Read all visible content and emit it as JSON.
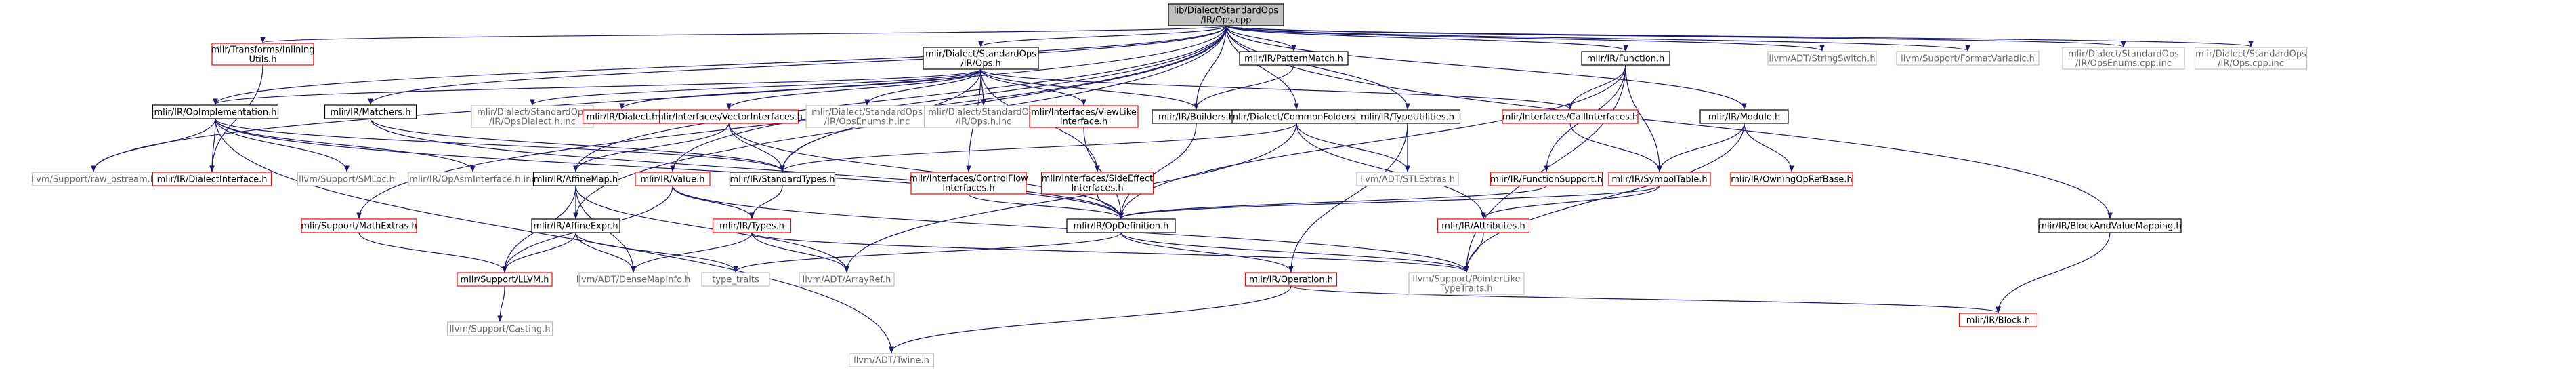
{
  "colors": {
    "root_fill": "#bfbfbf",
    "node_fill": "#ffffff",
    "node_stroke_doc": "#000000",
    "node_stroke_nodoc": "#ff0000",
    "node_stroke_missing": "#bfbfbf",
    "text_normal": "#000000",
    "text_missing": "#666666",
    "edge_dep": "#191970",
    "edge_include_root": "#191970"
  },
  "nodes": [
    {
      "id": "root",
      "lines": [
        "lib/Dialect/StandardOps",
        "/IR/Ops.cpp"
      ],
      "kind": "root"
    },
    {
      "id": "inlining",
      "lines": [
        "mlir/Transforms/Inlining",
        "Utils.h"
      ],
      "kind": "nodoc"
    },
    {
      "id": "opsh",
      "lines": [
        "mlir/Dialect/StandardOps",
        "/IR/Ops.h"
      ],
      "kind": "doc"
    },
    {
      "id": "patternmatch",
      "lines": [
        "mlir/IR/PatternMatch.h"
      ],
      "kind": "doc"
    },
    {
      "id": "functionh",
      "lines": [
        "mlir/IR/Function.h"
      ],
      "kind": "doc"
    },
    {
      "id": "stringswitch",
      "lines": [
        "llvm/ADT/StringSwitch.h"
      ],
      "kind": "missing"
    },
    {
      "id": "formatvariadic",
      "lines": [
        "llvm/Support/FormatVariadic.h"
      ],
      "kind": "missing"
    },
    {
      "id": "opsenumscppinc",
      "lines": [
        "mlir/Dialect/StandardOps",
        "/IR/OpsEnums.cpp.inc"
      ],
      "kind": "missing"
    },
    {
      "id": "opscppinc",
      "lines": [
        "mlir/Dialect/StandardOps",
        "/IR/Ops.cpp.inc"
      ],
      "kind": "missing"
    },
    {
      "id": "opimpl",
      "lines": [
        "mlir/IR/OpImplementation.h"
      ],
      "kind": "doc"
    },
    {
      "id": "matchers",
      "lines": [
        "mlir/IR/Matchers.h"
      ],
      "kind": "doc"
    },
    {
      "id": "opsdialectinc",
      "lines": [
        "mlir/Dialect/StandardOps",
        "/IR/OpsDialect.h.inc"
      ],
      "kind": "missing"
    },
    {
      "id": "dialecth",
      "lines": [
        "mlir/IR/Dialect.h"
      ],
      "kind": "nodoc"
    },
    {
      "id": "vectorif",
      "lines": [
        "mlir/Interfaces/VectorInterfaces.h"
      ],
      "kind": "nodoc"
    },
    {
      "id": "opsenumshinc",
      "lines": [
        "mlir/Dialect/StandardOps",
        "/IR/OpsEnums.h.inc"
      ],
      "kind": "missing"
    },
    {
      "id": "opshinc",
      "lines": [
        "mlir/Dialect/StandardOps",
        "/IR/Ops.h.inc"
      ],
      "kind": "missing"
    },
    {
      "id": "viewlike",
      "lines": [
        "mlir/Interfaces/ViewLike",
        "Interface.h"
      ],
      "kind": "nodoc"
    },
    {
      "id": "builders",
      "lines": [
        "mlir/IR/Builders.h"
      ],
      "kind": "doc"
    },
    {
      "id": "commonfolders",
      "lines": [
        "mlir/Dialect/CommonFolders.h"
      ],
      "kind": "doc"
    },
    {
      "id": "typeutilities",
      "lines": [
        "mlir/IR/TypeUtilities.h"
      ],
      "kind": "doc"
    },
    {
      "id": "callif",
      "lines": [
        "mlir/Interfaces/CallInterfaces.h"
      ],
      "kind": "nodoc"
    },
    {
      "id": "moduleh",
      "lines": [
        "mlir/IR/Module.h"
      ],
      "kind": "doc"
    },
    {
      "id": "rawostream",
      "lines": [
        "llvm/Support/raw_ostream.h"
      ],
      "kind": "missing"
    },
    {
      "id": "dialectif",
      "lines": [
        "mlir/IR/DialectInterface.h"
      ],
      "kind": "nodoc"
    },
    {
      "id": "smloc",
      "lines": [
        "llvm/Support/SMLoc.h"
      ],
      "kind": "missing"
    },
    {
      "id": "opasmif",
      "lines": [
        "mlir/IR/OpAsmInterface.h.inc"
      ],
      "kind": "missing"
    },
    {
      "id": "affinemap",
      "lines": [
        "mlir/IR/AffineMap.h"
      ],
      "kind": "doc"
    },
    {
      "id": "valueh",
      "lines": [
        "mlir/IR/Value.h"
      ],
      "kind": "nodoc"
    },
    {
      "id": "standardtypes",
      "lines": [
        "mlir/IR/StandardTypes.h"
      ],
      "kind": "doc"
    },
    {
      "id": "controlflow",
      "lines": [
        "mlir/Interfaces/ControlFlow",
        "Interfaces.h"
      ],
      "kind": "nodoc"
    },
    {
      "id": "sideeffect",
      "lines": [
        "mlir/Interfaces/SideEffect",
        "Interfaces.h"
      ],
      "kind": "nodoc"
    },
    {
      "id": "stlextras",
      "lines": [
        "llvm/ADT/STLExtras.h"
      ],
      "kind": "missing"
    },
    {
      "id": "functionsupport",
      "lines": [
        "mlir/IR/FunctionSupport.h"
      ],
      "kind": "nodoc"
    },
    {
      "id": "symboltable",
      "lines": [
        "mlir/IR/SymbolTable.h"
      ],
      "kind": "nodoc"
    },
    {
      "id": "owningopref",
      "lines": [
        "mlir/IR/OwningOpRefBase.h"
      ],
      "kind": "nodoc"
    },
    {
      "id": "mathextras",
      "lines": [
        "mlir/Support/MathExtras.h"
      ],
      "kind": "nodoc"
    },
    {
      "id": "affineexpr",
      "lines": [
        "mlir/IR/AffineExpr.h"
      ],
      "kind": "doc"
    },
    {
      "id": "typesh",
      "lines": [
        "mlir/IR/Types.h"
      ],
      "kind": "nodoc"
    },
    {
      "id": "opdef",
      "lines": [
        "mlir/IR/OpDefinition.h"
      ],
      "kind": "doc"
    },
    {
      "id": "attributes",
      "lines": [
        "mlir/IR/Attributes.h"
      ],
      "kind": "nodoc"
    },
    {
      "id": "blockandvalue",
      "lines": [
        "mlir/IR/BlockAndValueMapping.h"
      ],
      "kind": "doc"
    },
    {
      "id": "supportllvm",
      "lines": [
        "mlir/Support/LLVM.h"
      ],
      "kind": "nodoc"
    },
    {
      "id": "densemapinfo",
      "lines": [
        "llvm/ADT/DenseMapInfo.h"
      ],
      "kind": "missing"
    },
    {
      "id": "typetraits",
      "lines": [
        "type_traits"
      ],
      "kind": "missing"
    },
    {
      "id": "arrayref",
      "lines": [
        "llvm/ADT/ArrayRef.h"
      ],
      "kind": "missing"
    },
    {
      "id": "operationh",
      "lines": [
        "mlir/IR/Operation.h"
      ],
      "kind": "nodoc"
    },
    {
      "id": "pointerlike",
      "lines": [
        "llvm/Support/PointerLike",
        "TypeTraits.h"
      ],
      "kind": "missing"
    },
    {
      "id": "blockh",
      "lines": [
        "mlir/IR/Block.h"
      ],
      "kind": "nodoc"
    },
    {
      "id": "casting",
      "lines": [
        "llvm/Support/Casting.h"
      ],
      "kind": "missing"
    },
    {
      "id": "twine",
      "lines": [
        "llvm/ADT/Twine.h"
      ],
      "kind": "missing"
    }
  ],
  "edges": [
    {
      "from": "root",
      "to": "inlining",
      "kind": "root"
    },
    {
      "from": "root",
      "to": "opsh",
      "kind": "root"
    },
    {
      "from": "root",
      "to": "patternmatch",
      "kind": "root"
    },
    {
      "from": "root",
      "to": "functionh",
      "kind": "root"
    },
    {
      "from": "root",
      "to": "stringswitch",
      "kind": "root"
    },
    {
      "from": "root",
      "to": "formatvariadic",
      "kind": "root"
    },
    {
      "from": "root",
      "to": "opsenumscppinc",
      "kind": "root"
    },
    {
      "from": "root",
      "to": "opscppinc",
      "kind": "root"
    },
    {
      "from": "root",
      "to": "opimpl",
      "kind": "root"
    },
    {
      "from": "root",
      "to": "matchers",
      "kind": "root"
    },
    {
      "from": "root",
      "to": "builders",
      "kind": "root"
    },
    {
      "from": "root",
      "to": "commonfolders",
      "kind": "root"
    },
    {
      "from": "root",
      "to": "typeutilities",
      "kind": "root"
    },
    {
      "from": "root",
      "to": "moduleh",
      "kind": "root"
    },
    {
      "from": "root",
      "to": "rawostream",
      "kind": "root"
    },
    {
      "from": "root",
      "to": "affinemap",
      "kind": "root"
    },
    {
      "from": "root",
      "to": "valueh",
      "kind": "root"
    },
    {
      "from": "root",
      "to": "standardtypes",
      "kind": "root"
    },
    {
      "from": "root",
      "to": "mathextras",
      "kind": "root"
    },
    {
      "from": "root",
      "to": "affineexpr",
      "kind": "root"
    },
    {
      "from": "root",
      "to": "blockandvalue",
      "kind": "root"
    },
    {
      "from": "inlining",
      "to": "dialectif",
      "kind": "dep"
    },
    {
      "from": "opsh",
      "to": "opimpl",
      "kind": "dep"
    },
    {
      "from": "opsh",
      "to": "opsdialectinc",
      "kind": "dep"
    },
    {
      "from": "opsh",
      "to": "dialecth",
      "kind": "dep"
    },
    {
      "from": "opsh",
      "to": "vectorif",
      "kind": "dep"
    },
    {
      "from": "opsh",
      "to": "opsenumshinc",
      "kind": "dep"
    },
    {
      "from": "opsh",
      "to": "opshinc",
      "kind": "dep"
    },
    {
      "from": "opsh",
      "to": "viewlike",
      "kind": "dep"
    },
    {
      "from": "opsh",
      "to": "builders",
      "kind": "dep"
    },
    {
      "from": "opsh",
      "to": "callif",
      "kind": "dep"
    },
    {
      "from": "opsh",
      "to": "controlflow",
      "kind": "dep"
    },
    {
      "from": "opsh",
      "to": "sideeffect",
      "kind": "dep"
    },
    {
      "from": "opsh",
      "to": "standardtypes",
      "kind": "dep"
    },
    {
      "from": "patternmatch",
      "to": "builders",
      "kind": "dep"
    },
    {
      "from": "functionh",
      "to": "callif",
      "kind": "dep"
    },
    {
      "from": "functionh",
      "to": "functionsupport",
      "kind": "dep"
    },
    {
      "from": "functionh",
      "to": "symboltable",
      "kind": "dep"
    },
    {
      "from": "functionh",
      "to": "opdef",
      "kind": "dep"
    },
    {
      "from": "functionh",
      "to": "pointerlike",
      "kind": "dep"
    },
    {
      "from": "moduleh",
      "to": "symboltable",
      "kind": "dep"
    },
    {
      "from": "moduleh",
      "to": "owningopref",
      "kind": "dep"
    },
    {
      "from": "moduleh",
      "to": "pointerlike",
      "kind": "dep"
    },
    {
      "from": "opimpl",
      "to": "rawostream",
      "kind": "dep"
    },
    {
      "from": "opimpl",
      "to": "dialectif",
      "kind": "dep"
    },
    {
      "from": "opimpl",
      "to": "smloc",
      "kind": "dep"
    },
    {
      "from": "opimpl",
      "to": "opasmif",
      "kind": "dep"
    },
    {
      "from": "opimpl",
      "to": "opdef",
      "kind": "dep"
    },
    {
      "from": "opimpl",
      "to": "standardtypes",
      "kind": "dep"
    },
    {
      "from": "opimpl",
      "to": "twine",
      "kind": "dep"
    },
    {
      "from": "matchers",
      "to": "opdef",
      "kind": "dep"
    },
    {
      "from": "matchers",
      "to": "standardtypes",
      "kind": "dep"
    },
    {
      "from": "vectorif",
      "to": "affinemap",
      "kind": "dep"
    },
    {
      "from": "vectorif",
      "to": "opdef",
      "kind": "dep"
    },
    {
      "from": "vectorif",
      "to": "standardtypes",
      "kind": "dep"
    },
    {
      "from": "viewlike",
      "to": "opdef",
      "kind": "dep"
    },
    {
      "from": "builders",
      "to": "opdef",
      "kind": "dep"
    },
    {
      "from": "controlflow",
      "to": "opdef",
      "kind": "dep"
    },
    {
      "from": "sideeffect",
      "to": "opdef",
      "kind": "dep"
    },
    {
      "from": "commonfolders",
      "to": "standardtypes",
      "kind": "dep"
    },
    {
      "from": "commonfolders",
      "to": "stlextras",
      "kind": "dep"
    },
    {
      "from": "commonfolders",
      "to": "attributes",
      "kind": "dep"
    },
    {
      "from": "commonfolders",
      "to": "arrayref",
      "kind": "dep"
    },
    {
      "from": "typeutilities",
      "to": "stlextras",
      "kind": "dep"
    },
    {
      "from": "typeutilities",
      "to": "operationh",
      "kind": "dep"
    },
    {
      "from": "callif",
      "to": "symboltable",
      "kind": "dep"
    },
    {
      "from": "functionsupport",
      "to": "opdef",
      "kind": "dep"
    },
    {
      "from": "symboltable",
      "to": "opdef",
      "kind": "dep"
    },
    {
      "from": "symboltable",
      "to": "attributes",
      "kind": "dep"
    },
    {
      "from": "affinemap",
      "to": "affineexpr",
      "kind": "dep"
    },
    {
      "from": "affinemap",
      "to": "supportllvm",
      "kind": "dep"
    },
    {
      "from": "affinemap",
      "to": "densemapinfo",
      "kind": "dep"
    },
    {
      "from": "affinemap",
      "to": "arrayref",
      "kind": "dep"
    },
    {
      "from": "valueh",
      "to": "typesh",
      "kind": "dep"
    },
    {
      "from": "valueh",
      "to": "supportllvm",
      "kind": "dep"
    },
    {
      "from": "valueh",
      "to": "pointerlike",
      "kind": "dep"
    },
    {
      "from": "standardtypes",
      "to": "typesh",
      "kind": "dep"
    },
    {
      "from": "mathextras",
      "to": "supportllvm",
      "kind": "dep"
    },
    {
      "from": "affineexpr",
      "to": "supportllvm",
      "kind": "dep"
    },
    {
      "from": "affineexpr",
      "to": "densemapinfo",
      "kind": "dep"
    },
    {
      "from": "affineexpr",
      "to": "typetraits",
      "kind": "dep"
    },
    {
      "from": "typesh",
      "to": "densemapinfo",
      "kind": "dep"
    },
    {
      "from": "typesh",
      "to": "arrayref",
      "kind": "dep"
    },
    {
      "from": "typesh",
      "to": "pointerlike",
      "kind": "dep"
    },
    {
      "from": "opdef",
      "to": "operationh",
      "kind": "dep"
    },
    {
      "from": "opdef",
      "to": "typetraits",
      "kind": "dep"
    },
    {
      "from": "opdef",
      "to": "pointerlike",
      "kind": "dep"
    },
    {
      "from": "attributes",
      "to": "pointerlike",
      "kind": "dep"
    },
    {
      "from": "operationh",
      "to": "blockh",
      "kind": "dep"
    },
    {
      "from": "operationh",
      "to": "twine",
      "kind": "dep"
    },
    {
      "from": "blockandvalue",
      "to": "blockh",
      "kind": "dep"
    },
    {
      "from": "supportllvm",
      "to": "casting",
      "kind": "dep"
    }
  ]
}
